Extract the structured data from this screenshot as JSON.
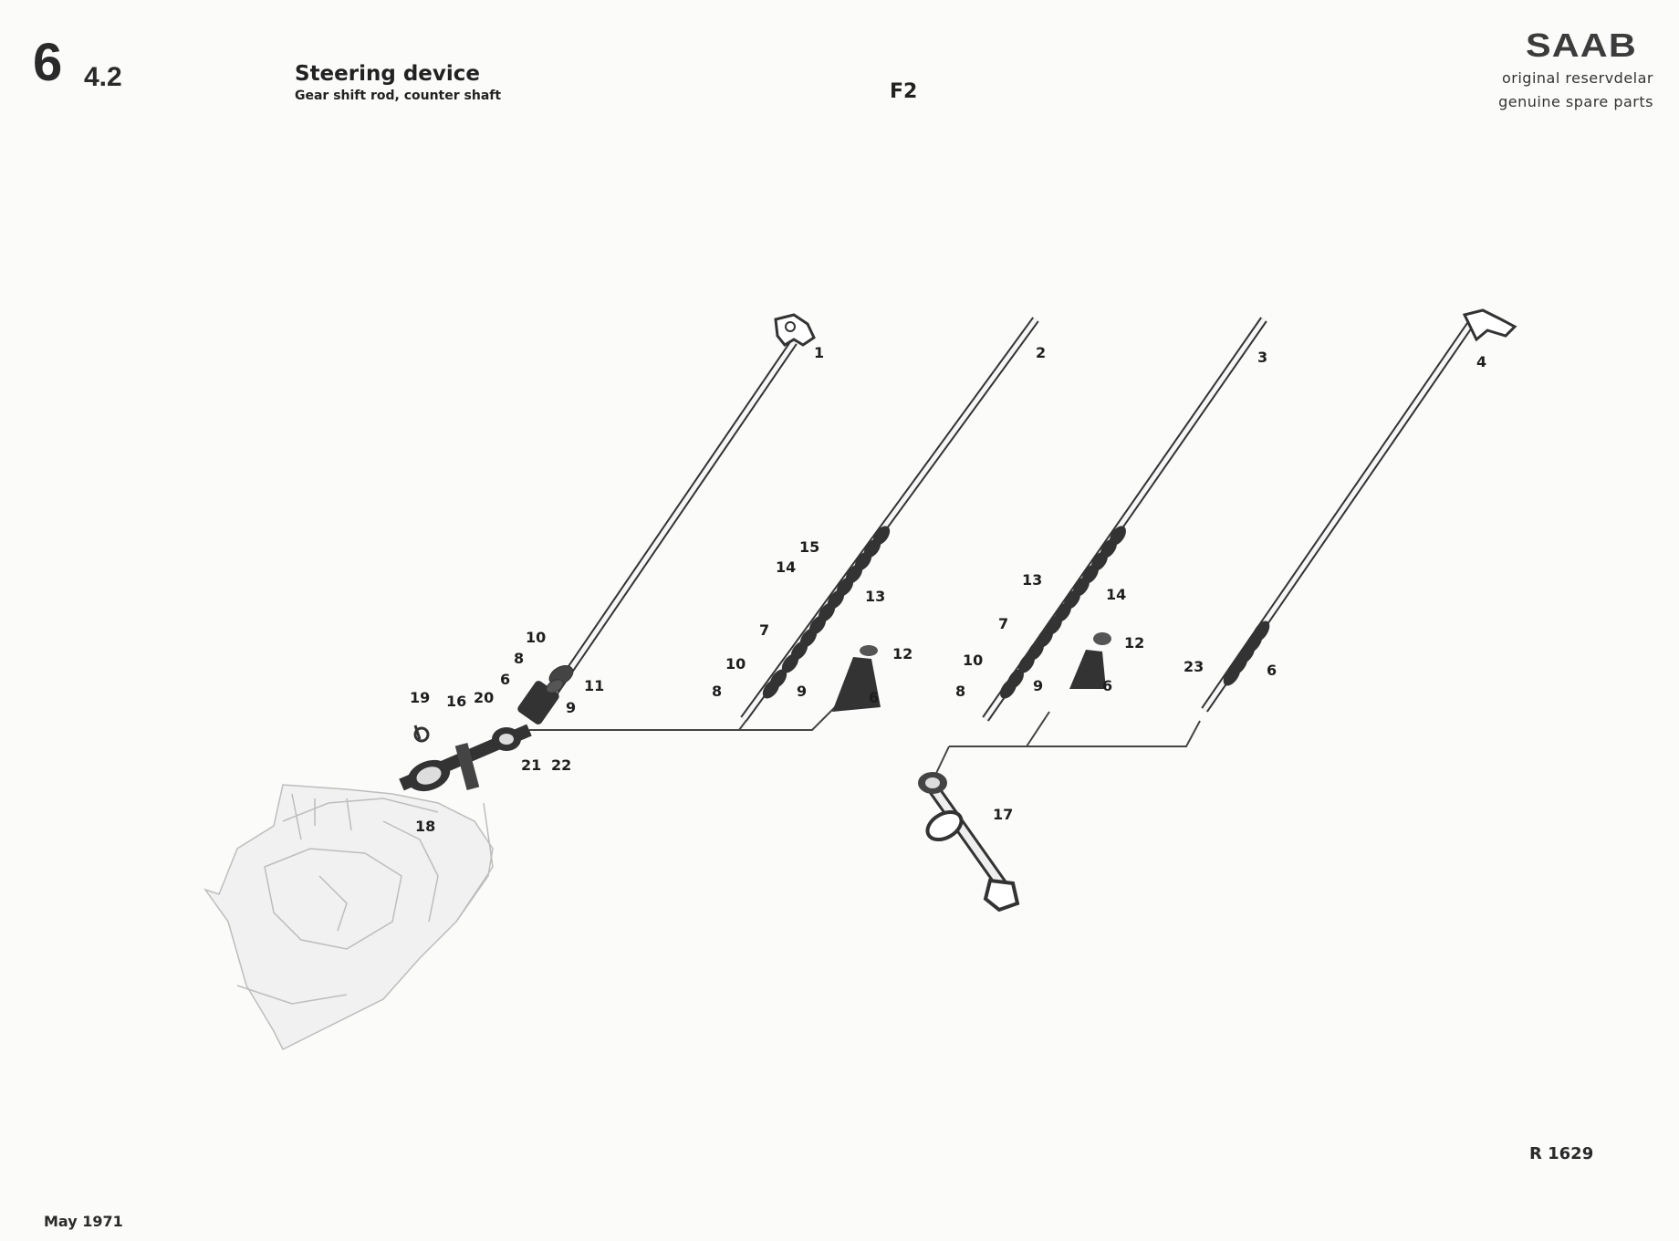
{
  "header": {
    "group_number": "6",
    "section_number": "4.2",
    "title": "Steering device",
    "subtitle": "Gear shift rod, counter shaft",
    "page_code": "F2"
  },
  "brand": {
    "logo_text": "SAAB",
    "line1": "original reservdelar",
    "line2": "genuine spare parts"
  },
  "footer": {
    "ref_code": "R 1629",
    "date": "May 1971"
  },
  "diagram": {
    "callouts": [
      "1",
      "2",
      "3",
      "4",
      "15",
      "14",
      "13",
      "7",
      "10",
      "8",
      "9",
      "12",
      "6",
      "13",
      "14",
      "7",
      "10",
      "8",
      "9",
      "12",
      "6",
      "10",
      "8",
      "6",
      "11",
      "9",
      "19",
      "16",
      "20",
      "21",
      "22",
      "18",
      "23",
      "6",
      "17"
    ]
  },
  "colors": {
    "background": "#fbfbfa",
    "ink": "#222222",
    "faded_ink": "#b8b8b8"
  }
}
